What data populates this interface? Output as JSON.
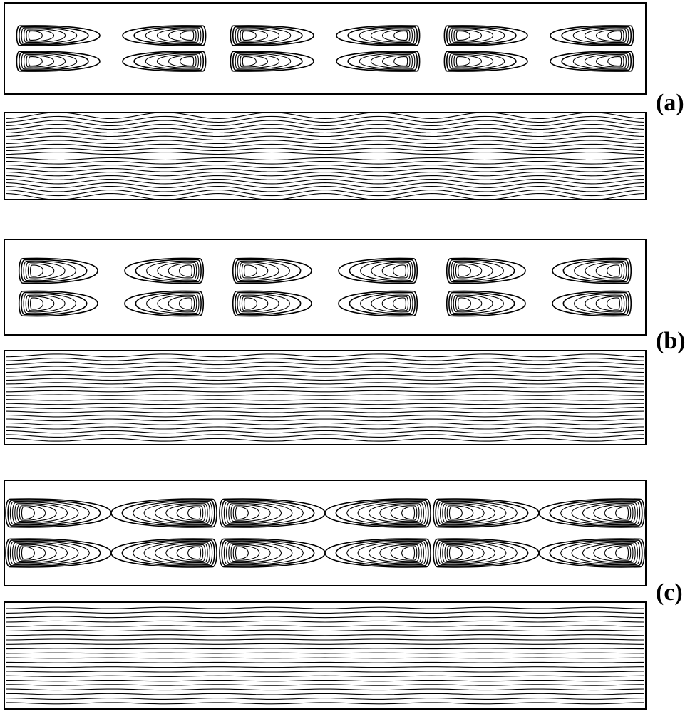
{
  "figure": {
    "panels": [
      {
        "id": "a",
        "label": "(a)",
        "cells": 6,
        "streamlines_rows": 22,
        "pattern": "tight"
      },
      {
        "id": "b",
        "label": "(b)",
        "cells": 6,
        "streamlines_rows": 22,
        "pattern": "medium"
      },
      {
        "id": "c",
        "label": "(c)",
        "cells": 6,
        "streamlines_rows": 22,
        "pattern": "broad"
      }
    ]
  },
  "colors": {
    "stroke": "#000000",
    "background": "#ffffff"
  }
}
